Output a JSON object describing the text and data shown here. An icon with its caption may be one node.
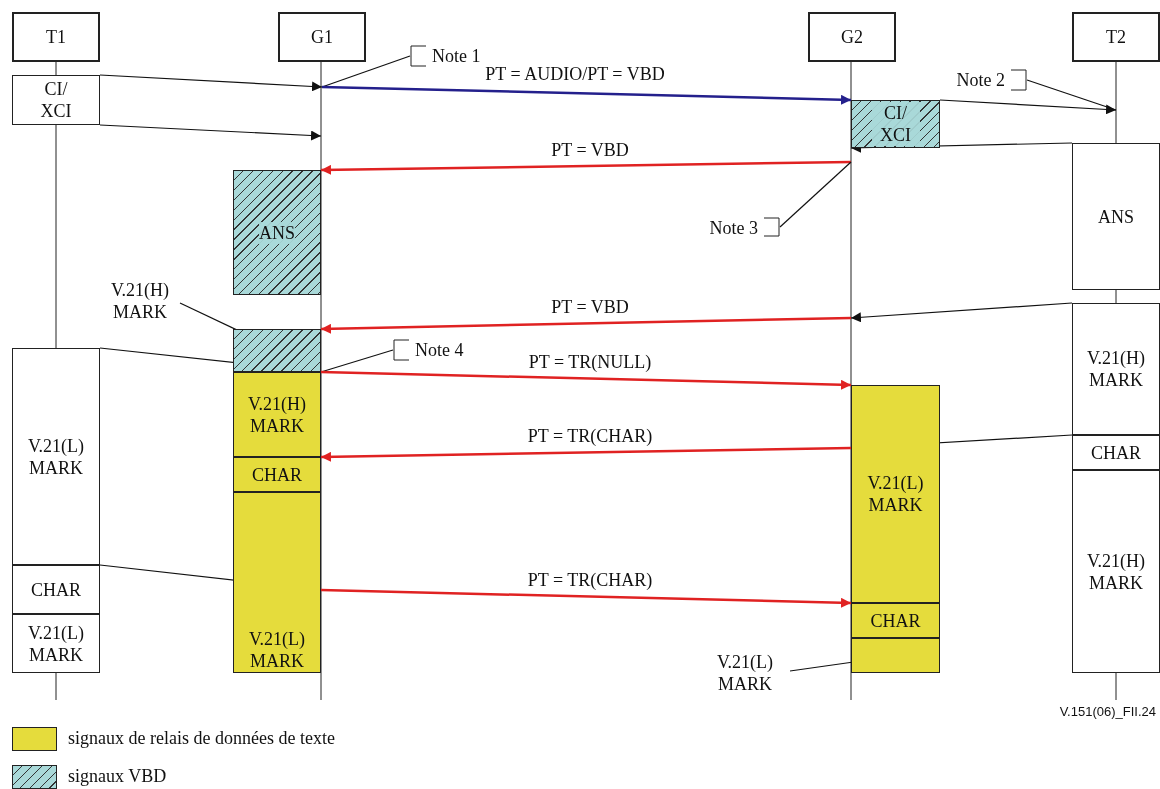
{
  "diagram": {
    "nodes": [
      {
        "text": [
          "T1"
        ]
      },
      {
        "text": [
          "G1"
        ]
      },
      {
        "text": [
          "G2"
        ]
      },
      {
        "text": [
          "T2"
        ]
      },
      {
        "text": [
          "Note 1"
        ]
      },
      {
        "text": [
          "CI/ XCI"
        ]
      },
      {
        "text": [
          "CI/ XCI"
        ]
      },
      {
        "text": [
          "Note 2"
        ]
      },
      {
        "text": [
          "ANS"
        ]
      },
      {
        "text": [
          "ANS"
        ]
      },
      {
        "text": [
          "Note 3"
        ]
      },
      {
        "text": [
          "V.21(H) MARK"
        ]
      },
      {
        "text": [],
        "shape": "box"
      },
      {
        "text": [
          "V.21(H) MARK"
        ]
      },
      {
        "text": [
          "Note 4"
        ]
      },
      {
        "text": [
          "V.21(L) MARK"
        ]
      },
      {
        "text": [
          "V.21(H) MARK"
        ]
      },
      {
        "text": [
          "V.21(L) MARK"
        ]
      },
      {
        "text": [
          "CHAR"
        ]
      },
      {
        "text": [
          "CHAR"
        ]
      },
      {
        "text": [
          "V.21(H) MARK"
        ]
      },
      {
        "text": [
          "CHAR"
        ]
      },
      {
        "text": [
          "V.21(L) MARK"
        ]
      },
      {
        "text": [
          "CHAR"
        ]
      },
      {
        "text": [
          "V.21(L) MARK"
        ]
      },
      {
        "text": [
          "V.21(L) MARK"
        ]
      },
      {
        "text": [],
        "shape": "box"
      }
    ],
    "edges": [
      {
        "from": 5,
        "to": 1,
        "arrow": "to"
      },
      {
        "from": 5,
        "to": null,
        "arrow": "to"
      },
      {
        "from": 4,
        "to": 1,
        "arrow": "none"
      },
      {
        "from": 1,
        "to": 6,
        "arrow": "to",
        "label": "PT = AUDIO/PT = VBD",
        "color": "#24208c"
      },
      {
        "from": 6,
        "to": null,
        "arrow": "to"
      },
      {
        "from": 7,
        "to": null,
        "arrow": "none"
      },
      {
        "from": 8,
        "to": 6,
        "arrow": "to"
      },
      {
        "from": null,
        "to": 9,
        "arrow": "to",
        "label": "PT = VBD",
        "color": "#e02222"
      },
      {
        "from": 10,
        "to": null,
        "arrow": "none"
      },
      {
        "from": 11,
        "to": 12,
        "arrow": "none"
      },
      {
        "from": 13,
        "to": null,
        "arrow": "to"
      },
      {
        "from": null,
        "to": 12,
        "arrow": "to",
        "label": "PT = VBD",
        "color": "#e02222"
      },
      {
        "from": 15,
        "to": 12,
        "arrow": "to"
      },
      {
        "from": 14,
        "to": 12,
        "arrow": "none"
      },
      {
        "from": 12,
        "to": 17,
        "arrow": "to",
        "label": "PT = TR(NULL)",
        "color": "#e02222"
      },
      {
        "from": 18,
        "to": 17,
        "arrow": "to"
      },
      {
        "from": 17,
        "to": 19,
        "arrow": "to",
        "label": "PT = TR(CHAR)",
        "color": "#e02222"
      },
      {
        "from": 21,
        "to": 22,
        "arrow": "to"
      },
      {
        "from": 22,
        "to": 23,
        "arrow": "to",
        "label": "PT = TR(CHAR)",
        "color": "#e02222"
      },
      {
        "from": 25,
        "to": 26,
        "arrow": "none"
      }
    ],
    "labels": [
      "V.151(06)_FII.24"
    ],
    "legend": [
      {
        "text": "signaux de relais de données de texte",
        "color": "#e5dc3c"
      },
      {
        "text": "signaux VBD"
      }
    ]
  }
}
